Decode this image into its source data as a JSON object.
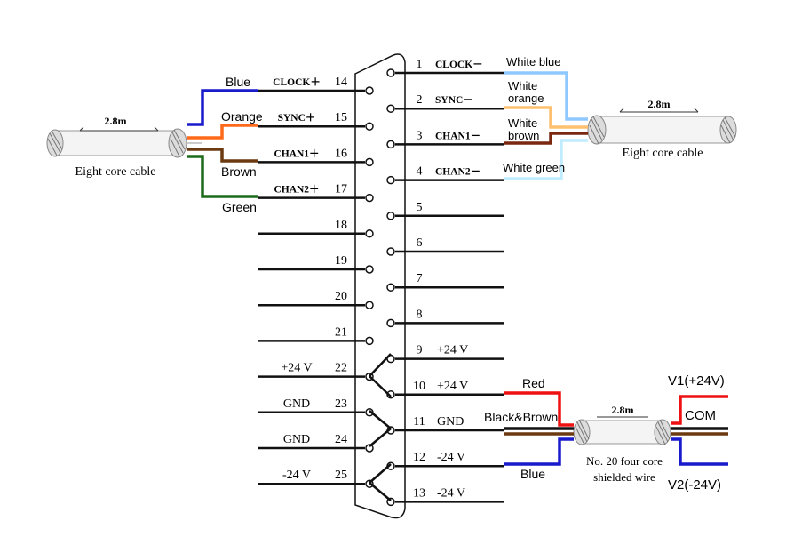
{
  "left_cable": {
    "length": "2.8m",
    "caption": "Eight core cable",
    "color_labels": [
      "Blue",
      "Orange",
      "Brown",
      "Green"
    ]
  },
  "right_cable": {
    "length": "2.8m",
    "caption": "Eight core cable",
    "color_labels": [
      "White blue",
      "White\norange",
      "White\nbrown",
      "White green"
    ]
  },
  "connector": {
    "left_pins": [
      {
        "num": "14",
        "signal": "CLOCK＋"
      },
      {
        "num": "15",
        "signal": "SYNC＋"
      },
      {
        "num": "16",
        "signal": "CHAN1＋"
      },
      {
        "num": "17",
        "signal": "CHAN2＋"
      },
      {
        "num": "18",
        "signal": ""
      },
      {
        "num": "19",
        "signal": ""
      },
      {
        "num": "20",
        "signal": ""
      },
      {
        "num": "21",
        "signal": ""
      },
      {
        "num": "22",
        "signal": "+24 V"
      },
      {
        "num": "23",
        "signal": "GND"
      },
      {
        "num": "24",
        "signal": "GND"
      },
      {
        "num": "25",
        "signal": "-24 V"
      }
    ],
    "right_pins": [
      {
        "num": "1",
        "signal": "CLOCK－"
      },
      {
        "num": "2",
        "signal": "SYNC－"
      },
      {
        "num": "3",
        "signal": "CHAN1－"
      },
      {
        "num": "4",
        "signal": "CHAN2－"
      },
      {
        "num": "5",
        "signal": ""
      },
      {
        "num": "6",
        "signal": ""
      },
      {
        "num": "7",
        "signal": ""
      },
      {
        "num": "8",
        "signal": ""
      },
      {
        "num": "9",
        "signal": "+24 V"
      },
      {
        "num": "10",
        "signal": "+24 V"
      },
      {
        "num": "11",
        "signal": "GND"
      },
      {
        "num": "12",
        "signal": "-24 V"
      },
      {
        "num": "13",
        "signal": "-24 V"
      }
    ]
  },
  "power_cable": {
    "length": "2.8m",
    "caption_line1": "No. 20 four core",
    "caption_line2": "shielded wire",
    "wire_labels": [
      "Red",
      "Black&Brown",
      "Blue"
    ],
    "outputs": [
      "V1(+24V)",
      "COM",
      "V2(-24V)"
    ]
  },
  "colors": {
    "blue": "#1a1acd",
    "orange": "#ff6a1a",
    "brown": "#6b3a10",
    "green": "#1b6b1b",
    "light_blue": "#8ec8ff",
    "light_orange": "#ffc070",
    "light_brown": "#7a2810",
    "light_green": "#c0ecff",
    "red": "#ee1111",
    "black": "#111111"
  }
}
